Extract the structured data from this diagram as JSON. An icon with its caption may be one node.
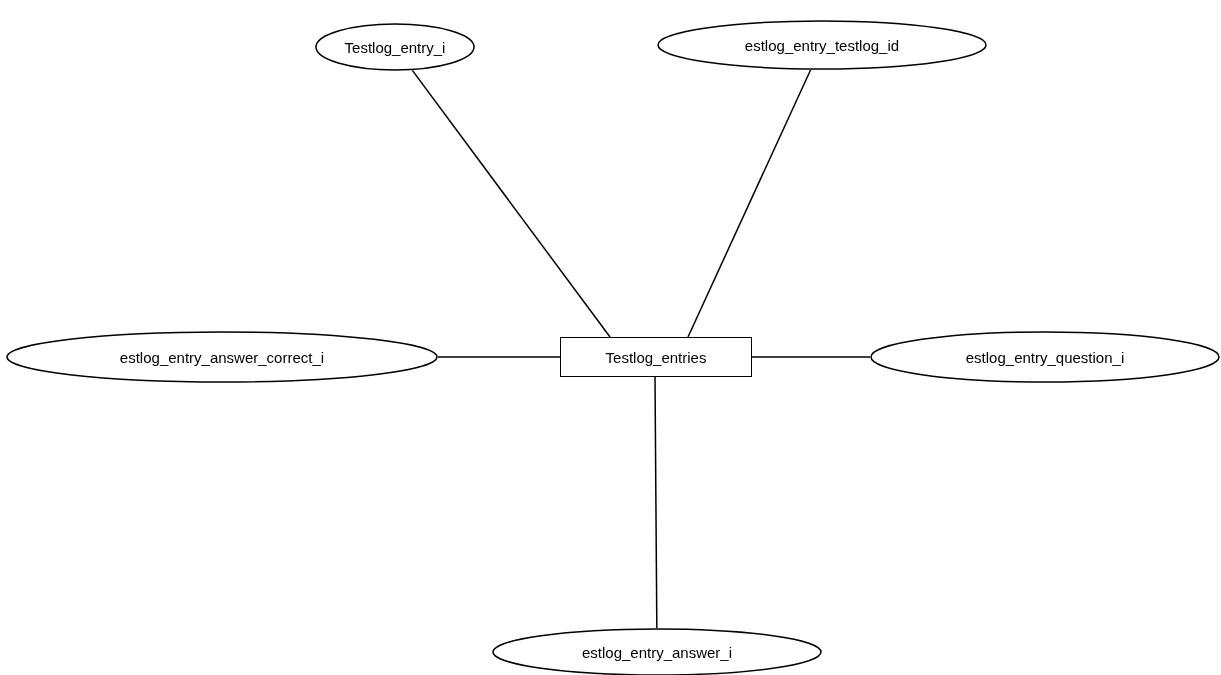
{
  "diagram": {
    "nodes": [
      {
        "text": [
          "Testlog_entries"
        ]
      },
      {
        "text": [
          "Testlog_entry_i"
        ]
      },
      {
        "text": [
          "estlog_entry_testlog_id"
        ]
      },
      {
        "text": [
          "estlog_entry_answer_correct_i"
        ]
      },
      {
        "text": [
          "estlog_entry_question_i"
        ]
      },
      {
        "text": [
          "estlog_entry_answer_i"
        ]
      }
    ],
    "edges": [
      {
        "from": 0,
        "to": 1,
        "arrow": "none"
      },
      {
        "from": 0,
        "to": 2,
        "arrow": "none"
      },
      {
        "from": 0,
        "to": 3,
        "arrow": "none"
      },
      {
        "from": 0,
        "to": 4,
        "arrow": "none"
      },
      {
        "from": 0,
        "to": 5,
        "arrow": "none"
      }
    ]
  }
}
